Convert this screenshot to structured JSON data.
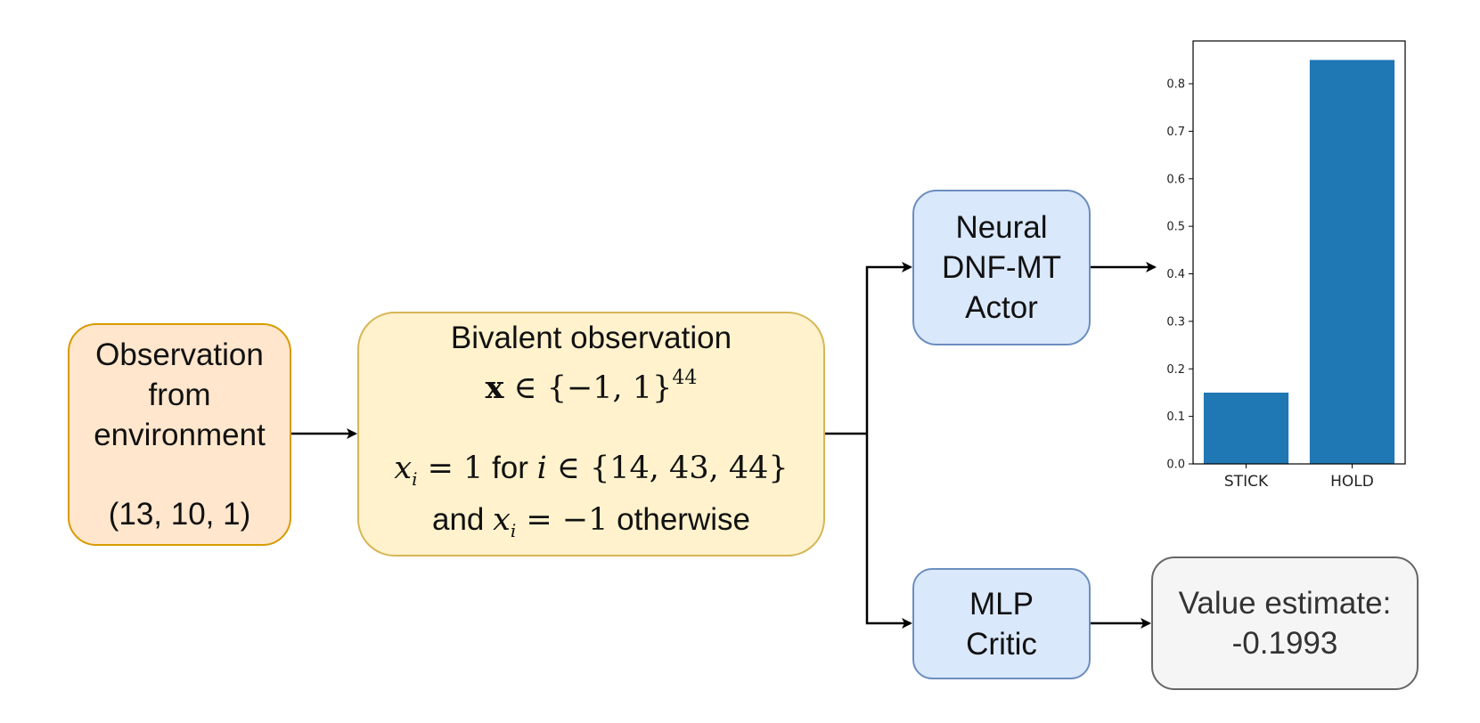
{
  "observation": {
    "line1": "Observation",
    "line2": "from",
    "line3": "environment",
    "shape": "(13, 10, 1)"
  },
  "bivalent": {
    "title": "Bivalent observation",
    "vec": "x",
    "set_expr": " ∈ {−1, 1}",
    "set_sup": "44",
    "var": "x",
    "sub": "i",
    "eq_one": " = 1",
    "for_word": " for ",
    "idx_var": "i",
    "idx_set": " ∈ {14, 43, 44}",
    "and_word": "and ",
    "eq_neg": " = −1",
    "otherwise_word": " otherwise"
  },
  "actor": {
    "line1": "Neural",
    "line2": "DNF-MT",
    "line3": "Actor"
  },
  "critic": {
    "line1": "MLP",
    "line2": "Critic"
  },
  "value": {
    "line1": "Value estimate:",
    "line2": "-0.1993"
  },
  "chart_data": {
    "type": "bar",
    "categories": [
      "STICK",
      "HOLD"
    ],
    "values": [
      0.15,
      0.85
    ],
    "ylim": [
      0,
      0.89
    ],
    "yticks": [
      "0.0",
      "0.1",
      "0.2",
      "0.3",
      "0.4",
      "0.5",
      "0.6",
      "0.7",
      "0.8"
    ],
    "bar_color": "#1f77b4",
    "grid": false
  },
  "colors": {
    "observation_fill": "#ffe6cc",
    "observation_stroke": "#d79b00",
    "bivalent_fill": "#fff2cc",
    "bivalent_stroke": "#d6b656",
    "model_fill": "#dae8fc",
    "model_stroke": "#6c8ebf",
    "value_fill": "#f5f5f5",
    "value_stroke": "#666666"
  }
}
